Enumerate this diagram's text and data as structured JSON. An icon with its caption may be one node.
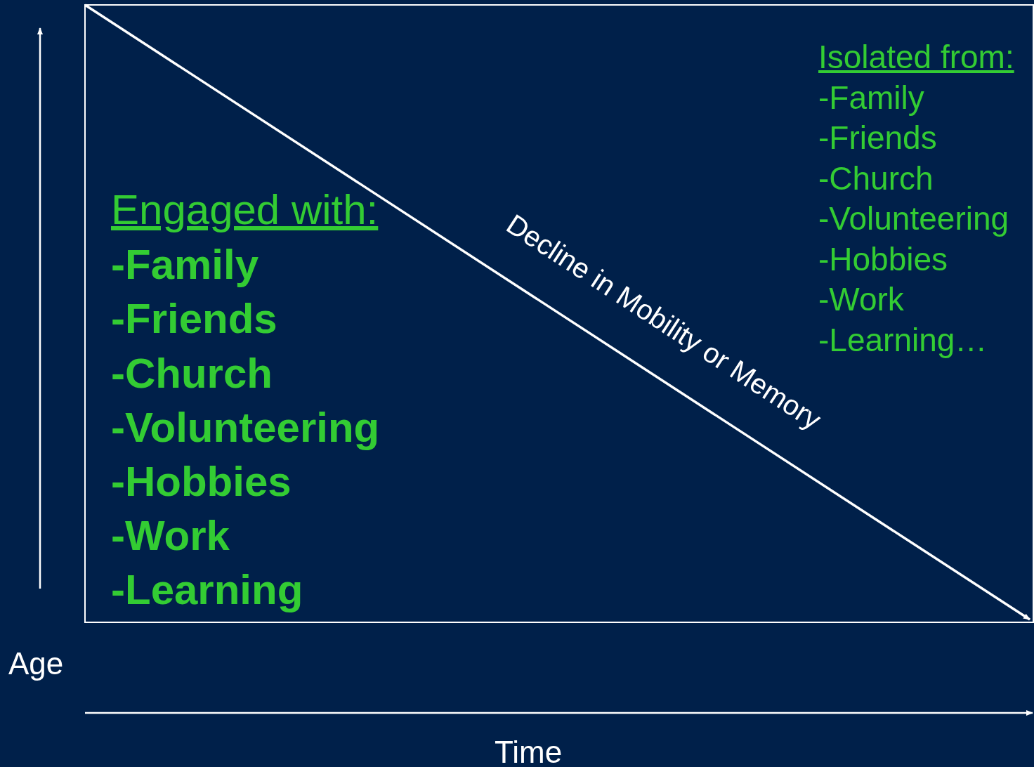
{
  "diagram": {
    "labels": [
      "Isolated from:",
      "-Family",
      "-Friends",
      "-Church",
      "-Volunteering",
      "-Hobbies",
      "-Work",
      "-Learning…",
      "Engaged with:",
      "-Family",
      "-Friends",
      "-Church",
      "-Volunteering",
      "-Hobbies",
      "-Work",
      "-Learning",
      "Decline in Mobility or Memory",
      "Age",
      "Time"
    ]
  }
}
